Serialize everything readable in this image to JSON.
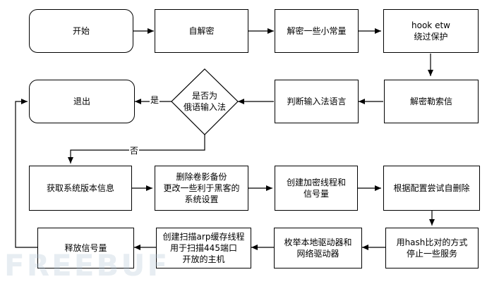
{
  "nodes": {
    "start": "开始",
    "self_decrypt": "自解密",
    "decrypt_strings": "解密一些小常量",
    "hook_etw": "hook etw\n绕过保护",
    "exit": "退出",
    "lang_check": "是否为\n俄语输入法",
    "detect_lang": "判断输入法语言",
    "decrypt_ransom_note": "解密勒索信",
    "get_version": "获取系统版本信息",
    "delete_shadow": "删除卷影备份\n更改一些利于黑客的\n系统设置",
    "create_threads": "创建加密线程和\n信号量",
    "self_delete": "根据配置尝试自删除",
    "release_semaphore": "释放信号量",
    "arp_scan": "创建扫描arp缓存线程\n用于扫描445端口\n开放的主机",
    "enum_drives": "枚举本地驱动器和\n网络驱动器",
    "stop_services": "用hash比对的方式\n停止一些服务"
  },
  "edge_labels": {
    "yes": "是",
    "no": "否"
  },
  "watermark": "FREEBUF"
}
